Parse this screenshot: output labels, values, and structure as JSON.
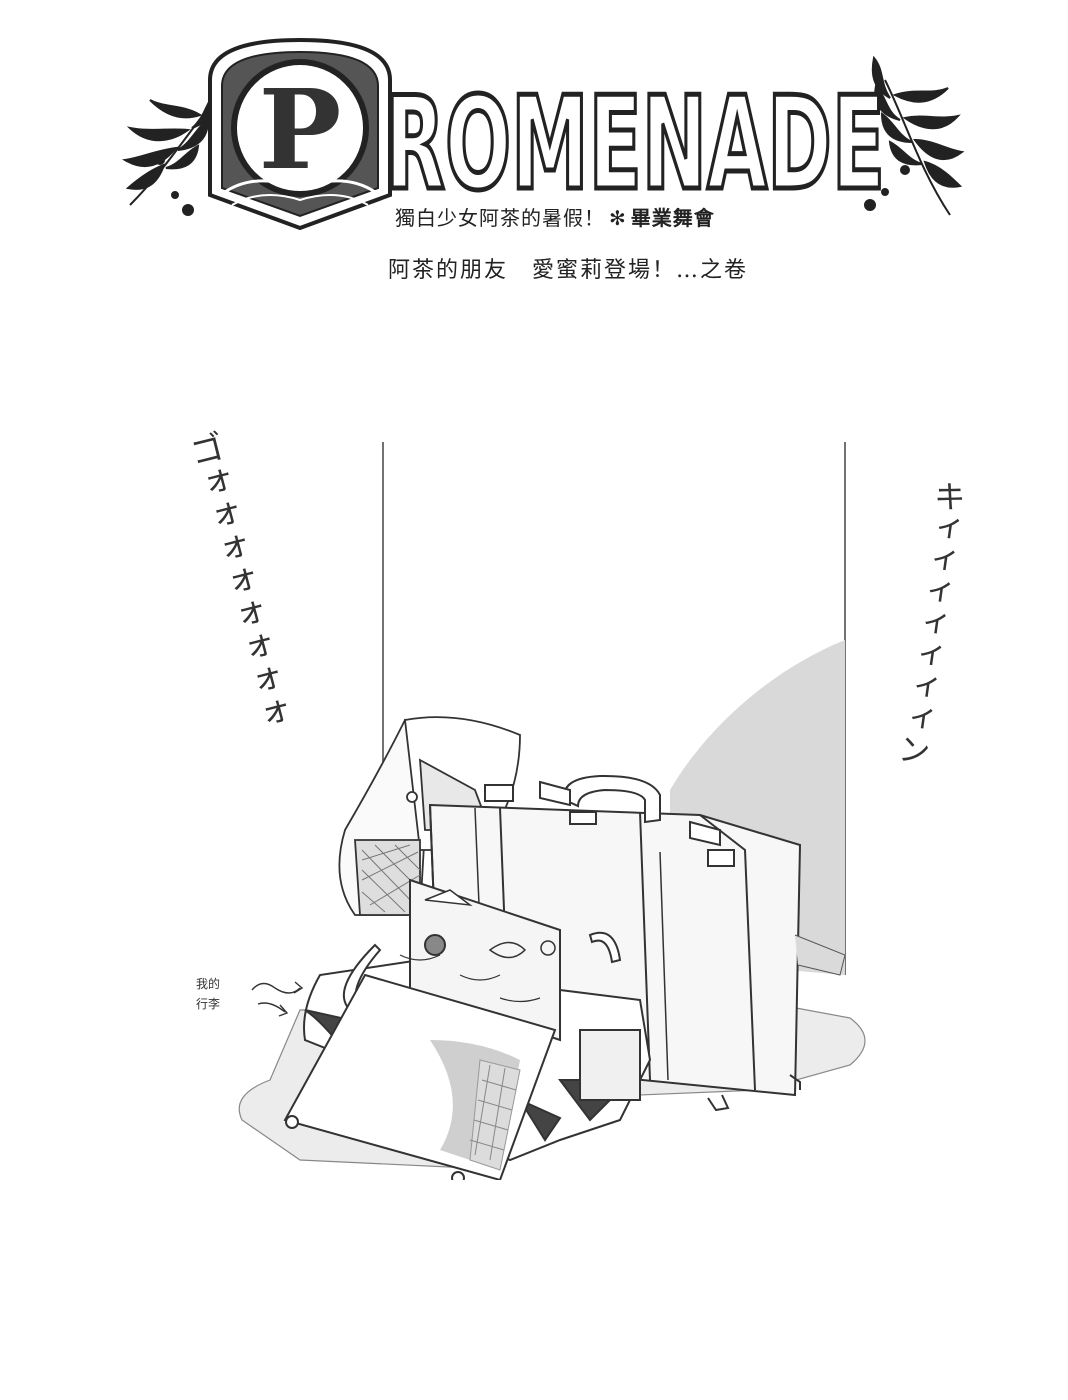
{
  "logo": {
    "initial": "P",
    "rest": "ROMENADE"
  },
  "subtitle": {
    "series": "獨白少女阿茶的暑假！",
    "separator": "✻",
    "event": "畢業舞會"
  },
  "chapter_title": "阿茶的朋友　愛蜜莉登場！…之卷",
  "sound_effects": {
    "left": "ゴォォォォォォォォ",
    "right": "キィィィィィィィン"
  },
  "annotation": {
    "line1": "我的",
    "line2": "行李"
  },
  "colors": {
    "ink": "#222222",
    "screentone": "#d9d9d9",
    "paper": "#ffffff"
  }
}
